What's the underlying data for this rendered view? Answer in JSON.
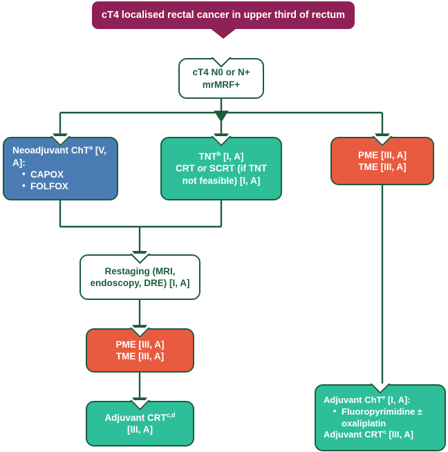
{
  "title_banner": {
    "text": "cT4 localised rectal cancer in upper third of rectum",
    "color": "#8e2156"
  },
  "colors": {
    "maroon": "#8e2156",
    "blue": "#4a7cb3",
    "teal": "#2ebe9a",
    "orange": "#e85b41",
    "white": "#ffffff",
    "border_green": "#1b5c3b",
    "text_dark": "#1b5c3b"
  },
  "nodes": {
    "staging": {
      "line1": "cT4 N0 or N+",
      "line2": "mrMRF+",
      "fill": "#ffffff",
      "text_color": "#1b5c3b"
    },
    "neoadjuvant_cht": {
      "heading": "Neoadjuvant ChT",
      "heading_sup": "a",
      "heading_tail": " [V, A]:",
      "bullets": [
        "CAPOX",
        "FOLFOX"
      ],
      "fill": "#4a7cb3",
      "text_color": "#ffffff"
    },
    "tnt": {
      "line1": "TNT",
      "line1_sup": "b",
      "line1_tail": " [I, A]",
      "line2": "CRT or SCRT (if TNT",
      "line3": "not feasible) [I, A]",
      "fill": "#2ebe9a",
      "text_color": "#ffffff"
    },
    "surgery_right": {
      "line1": "PME [III, A]",
      "line2": "TME [III, A]",
      "fill": "#e85b41",
      "text_color": "#ffffff"
    },
    "restaging": {
      "line1": "Restaging (MRI,",
      "line2": "endoscopy, DRE) [I, A]",
      "fill": "#ffffff",
      "text_color": "#1b5c3b"
    },
    "surgery_left": {
      "line1": "PME [III, A]",
      "line2": "TME [III, A]",
      "fill": "#e85b41",
      "text_color": "#ffffff"
    },
    "adjuvant_crt": {
      "line1": "Adjuvant CRT",
      "line1_sup": "c,d",
      "line2": "[III, A]",
      "fill": "#2ebe9a",
      "text_color": "#ffffff"
    },
    "adjuvant_cht": {
      "heading": "Adjuvant ChT",
      "heading_sup": "e",
      "heading_tail": " [I, A]:",
      "bullets": [
        "Fluoropyrimidine ± oxaliplatin"
      ],
      "footer": "Adjuvant CRT",
      "footer_sup": "c",
      "footer_tail": " [III, A]",
      "fill": "#2ebe9a",
      "text_color": "#ffffff"
    }
  }
}
